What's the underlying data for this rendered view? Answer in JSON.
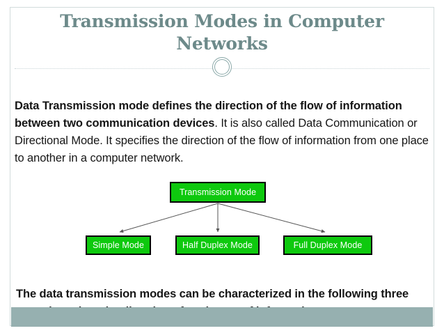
{
  "slide": {
    "title": "Transmission Modes in Computer Networks",
    "ornament": "double-ring-divider",
    "body": {
      "lead": "Data Transmission mode defines the direction of the flow of information between two communication devices",
      "rest": ". It is also called Data Communication or Directional Mode. It specifies the direction of the flow of information from one place to another in a computer network."
    },
    "footer": "The data transmission modes can be characterized in the following three types based on the direction of exchange of information:",
    "diagram": {
      "root": {
        "label": "Transmission Mode"
      },
      "children": [
        {
          "label": "Simple Mode"
        },
        {
          "label": "Half Duplex Mode"
        },
        {
          "label": "Full Duplex Mode"
        }
      ]
    },
    "colors": {
      "title": "#6d8a8a",
      "accent_bar": "#96b0b0",
      "node_fill": "#0ec90e",
      "node_border": "#000000",
      "node_text": "#ffffff",
      "divider": "#c8d4d8",
      "frame": "#d2dcdc",
      "connector": "#555555",
      "body_text": "#161616"
    }
  }
}
